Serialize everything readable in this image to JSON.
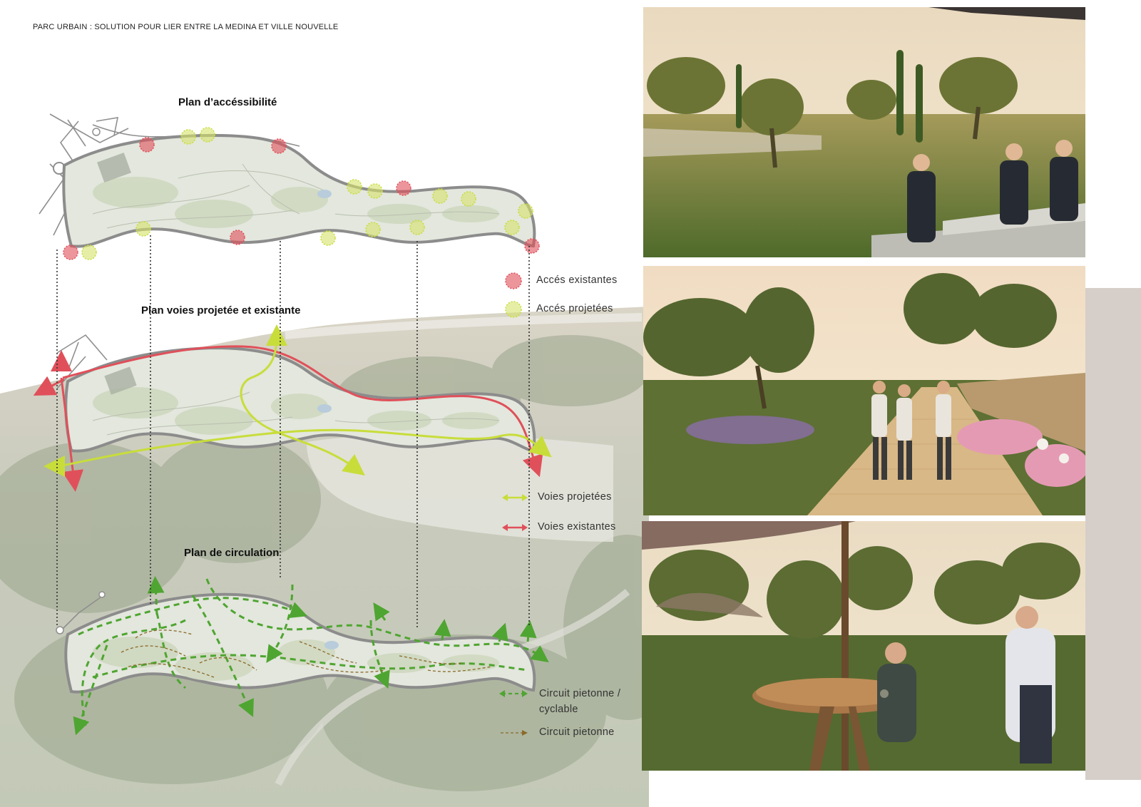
{
  "header": {
    "title": "PARC URBAIN : SOLUTION POUR LIER ENTRE LA MEDINA ET VILLE NOUVELLE"
  },
  "plans": {
    "accessibility_title": "Plan d’accéssibilité",
    "roads_title": "Plan voies projetée et existante",
    "circulation_title": "Plan de circulation"
  },
  "legend": {
    "existing_access": "Accés  existantes",
    "projected_access": "Accés  projetées",
    "projected_roads": "Voies projetées",
    "existing_roads": "Voies existantes",
    "ped_cycle_line1": "Circuit  pietonne /",
    "ped_cycle_line2": "cyclable",
    "ped_only": "Circuit  pietonne"
  },
  "colors": {
    "existing": "#e0505a",
    "projected": "#c8dd3a",
    "green_circuit": "#4fa531",
    "ped_circuit": "#8a6a2a",
    "park_fill": "#e4e8df",
    "park_stroke": "#9a9a9a"
  },
  "photos": [
    {
      "name": "render-olive-terraces"
    },
    {
      "name": "render-stone-promenade"
    },
    {
      "name": "render-cafe-table"
    }
  ]
}
